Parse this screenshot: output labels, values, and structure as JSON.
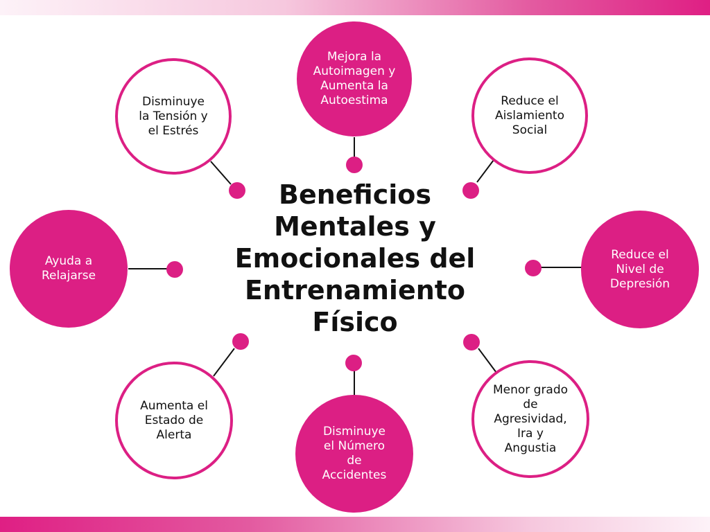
{
  "title": "Beneficios\nMentales y\nEmocionales del\nEntrenamiento\nFísico",
  "colors": {
    "accent": "#dc1f84",
    "text": "#111111",
    "background": "#ffffff"
  },
  "benefits": [
    {
      "text": "Mejora la\nAutoimagen y\nAumenta la\nAutoestima",
      "style": "filled"
    },
    {
      "text": "Reduce el\nAislamiento\nSocial",
      "style": "outlined"
    },
    {
      "text": "Reduce el\nNivel de\nDepresión",
      "style": "filled"
    },
    {
      "text": "Menor grado\nde\nAgresividad,\nIra y\nAngustia",
      "style": "outlined"
    },
    {
      "text": "Disminuye\nel Número\nde\nAccidentes",
      "style": "filled"
    },
    {
      "text": "Aumenta el\nEstado de\nAlerta",
      "style": "outlined"
    },
    {
      "text": "Ayuda a\nRelajarse",
      "style": "filled"
    },
    {
      "text": "Disminuye\nla Tensión y\nel Estrés",
      "style": "outlined"
    }
  ]
}
